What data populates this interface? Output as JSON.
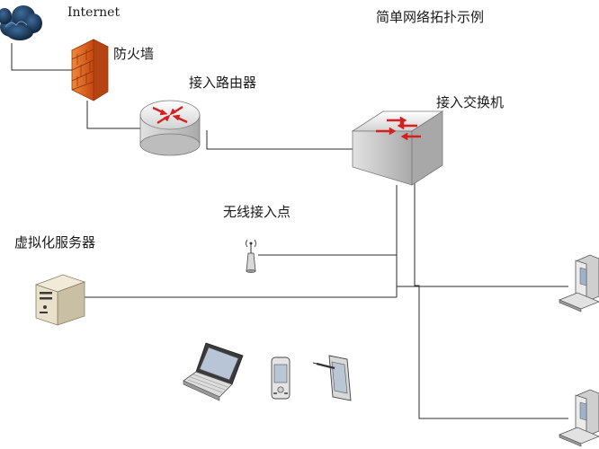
{
  "title": "简单网络拓扑示例",
  "nodes": {
    "internet": {
      "label": "Internet",
      "icon": "cloud-icon"
    },
    "firewall": {
      "label": "防火墙",
      "icon": "firewall-icon"
    },
    "router": {
      "label": "接入路由器",
      "icon": "router-icon"
    },
    "switch": {
      "label": "接入交换机",
      "icon": "switch-icon"
    },
    "access_point": {
      "label": "无线接入点",
      "icon": "wireless-access-point-icon"
    },
    "server": {
      "label": "虚拟化服务器",
      "icon": "server-icon"
    },
    "laptop": {
      "icon": "laptop-icon"
    },
    "pda": {
      "icon": "pda-icon"
    },
    "tablet": {
      "icon": "tablet-icon"
    },
    "pc_top": {
      "icon": "desktop-pc-icon"
    },
    "pc_bottom": {
      "icon": "desktop-pc-icon"
    }
  },
  "colors": {
    "line": "#2b2b2b",
    "cloud": "#1f3b5c",
    "firewall": "#e0641c",
    "device_body": "#e6e6e6",
    "arrow": "#d42020"
  }
}
